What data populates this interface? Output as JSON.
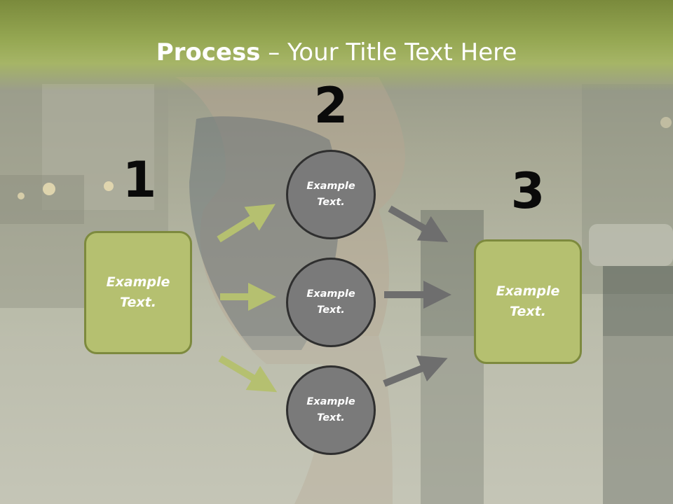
{
  "slide": {
    "title_bold": "Process",
    "title_rest": " – Your Title Text Here"
  },
  "steps": [
    {
      "number": "1",
      "text": "Example\nText."
    },
    {
      "number": "2",
      "text": ""
    },
    {
      "number": "3",
      "text": "Example\nText."
    }
  ],
  "circles": [
    {
      "text": "Example\nText."
    },
    {
      "text": "Example\nText."
    },
    {
      "text": "Example\nText."
    }
  ],
  "colors": {
    "header_green": "#96a853",
    "box_fill": "#b5c070",
    "box_border": "#7d8a3e",
    "circle_fill": "#7a7a7a",
    "circle_border": "#2f2f2f",
    "arrow_green": "#b5c070",
    "arrow_gray": "#6e6e6e"
  }
}
